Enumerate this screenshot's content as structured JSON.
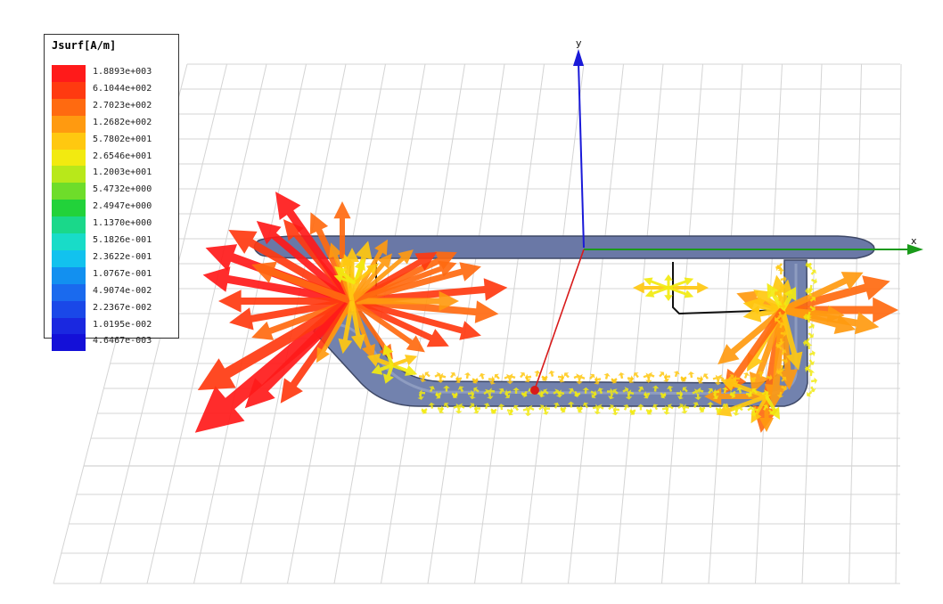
{
  "legend": {
    "title": "Jsurf[A/m]",
    "entries": [
      {
        "label": "1.8893e+003",
        "color": "#ff1a1a"
      },
      {
        "label": "6.1044e+002",
        "color": "#ff3a10"
      },
      {
        "label": "2.7023e+002",
        "color": "#ff6a10"
      },
      {
        "label": "1.2682e+002",
        "color": "#ff9a10"
      },
      {
        "label": "5.7802e+001",
        "color": "#ffc810"
      },
      {
        "label": "2.6546e+001",
        "color": "#f2ea10"
      },
      {
        "label": "1.2003e+001",
        "color": "#b8e81a"
      },
      {
        "label": "5.4732e+000",
        "color": "#6edd2a"
      },
      {
        "label": "2.4947e+000",
        "color": "#22d23a"
      },
      {
        "label": "1.1370e+000",
        "color": "#1ad88a"
      },
      {
        "label": "5.1826e-001",
        "color": "#18dcc8"
      },
      {
        "label": "2.3622e-001",
        "color": "#12c2ee"
      },
      {
        "label": "1.0767e-001",
        "color": "#1290f0"
      },
      {
        "label": "4.9074e-002",
        "color": "#1a6aee"
      },
      {
        "label": "2.2367e-002",
        "color": "#1a48e8"
      },
      {
        "label": "1.0195e-002",
        "color": "#1a28e0"
      },
      {
        "label": "4.6467e-003",
        "color": "#1410d8"
      }
    ]
  },
  "axes": {
    "y_label": "y",
    "x_label": "x",
    "y_color": "#1a1ad8",
    "x_color": "#1a9a1a",
    "z_color": "#d81a1a"
  },
  "colors": {
    "structure": "#6a7aa6",
    "structure_edge": "#444c6a",
    "grid": "#d4d4d4"
  },
  "icons": {
    "feed": "feed-point-marker"
  }
}
